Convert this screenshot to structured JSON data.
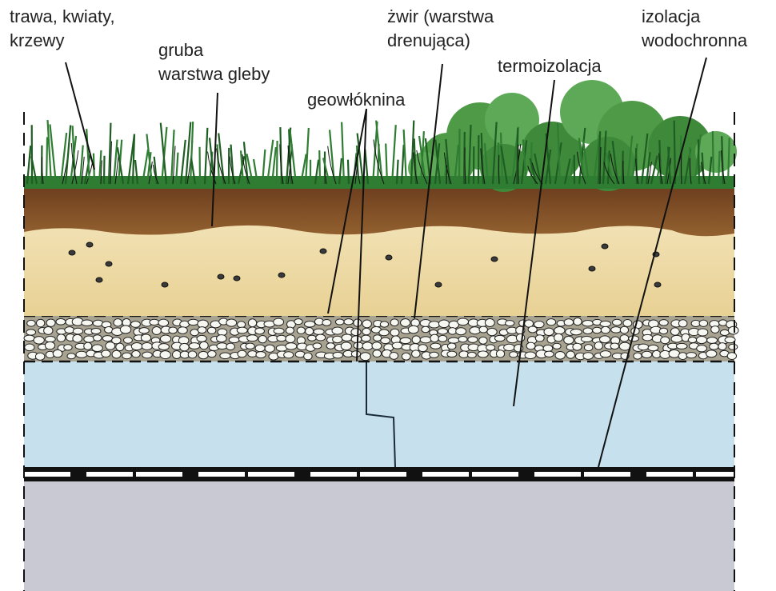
{
  "labels": {
    "plants": "trawa, kwiaty,\nkrzewy",
    "soil": "gruba\nwarstwa gleby",
    "geotextile": "geowłóknina",
    "gravel": "żwir (warstwa\ndrenująca)",
    "thermal": "termoizolacja",
    "waterproofing": "izolacja\nwodochronna"
  },
  "colors": {
    "grass": "#2f7d32",
    "shrub": "#4f9a47",
    "topsoil": "#7a4a26",
    "subsoil": "#ecd9a6",
    "gravel_bg": "#a8a291",
    "insulation": "#c6e0ee",
    "slab": "#c9c9d3",
    "ink": "#111111"
  }
}
